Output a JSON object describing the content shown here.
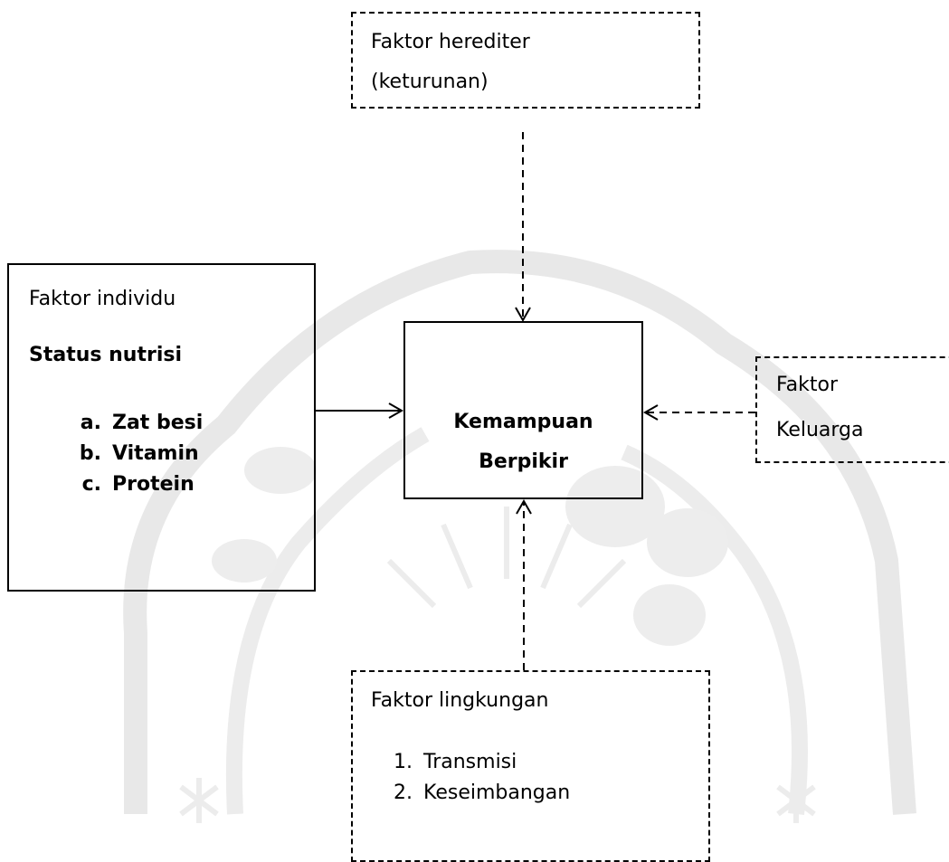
{
  "hereditary_box": {
    "line1": "Faktor herediter",
    "line2": "(keturunan)"
  },
  "individual_box": {
    "heading": "Faktor individu",
    "subheading": "Status nutrisi",
    "items": [
      {
        "marker": "a.",
        "label": "Zat besi"
      },
      {
        "marker": "b.",
        "label": "Vitamin"
      },
      {
        "marker": "c.",
        "label": "Protein"
      }
    ]
  },
  "center_box": {
    "line1": "Kemampuan",
    "line2": "Berpikir"
  },
  "family_box": {
    "line1": "Faktor",
    "line2": "Keluarga"
  },
  "environment_box": {
    "heading": "Faktor lingkungan",
    "items": [
      {
        "marker": "1.",
        "label": "Transmisi"
      },
      {
        "marker": "2.",
        "label": "Keseimbangan"
      }
    ]
  },
  "colors": {
    "line": "#000000",
    "watermark": "#e6e6e6"
  }
}
